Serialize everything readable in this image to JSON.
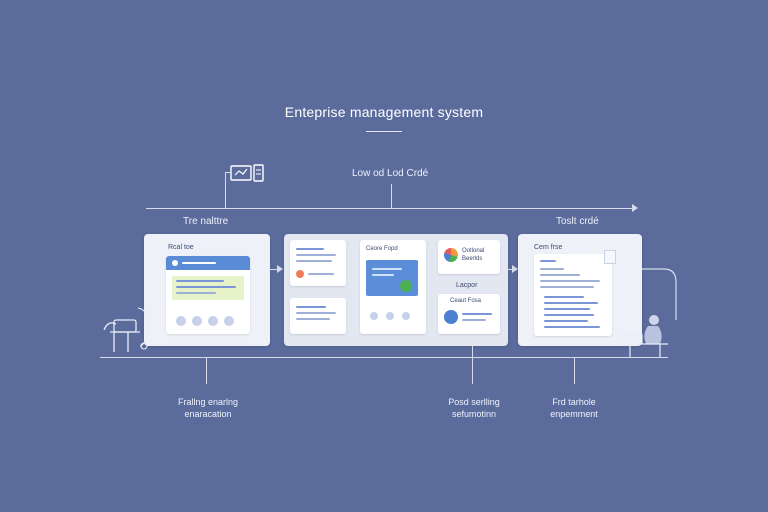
{
  "diagram": {
    "title": "Enteprise management system",
    "top_label": "Low od Lod Crdé",
    "left_label": "Tre nalttre",
    "right_label": "Toslt crdé",
    "bottom_labels": [
      {
        "line1": "Frallng enarlng",
        "line2": "enaracation"
      },
      {
        "line1": "Posd serlling",
        "line2": "sefumotinn"
      },
      {
        "line1": "Frd tarhole",
        "line2": "enpemment"
      }
    ],
    "panel_left_title": "Rcal toe",
    "center_card_title": "Ceore Fopd",
    "center_right_title": "Ootlonal",
    "center_right_sub": "Beerlds",
    "center_small_label": "Lacpor",
    "center_bottom_title": "Ceaut Fosa",
    "right_panel_title": "Cem frse",
    "colors": {
      "background": "#5a6b9c",
      "panel": "#eef1f8",
      "accent_blue": "#4d7fd1",
      "accent_green": "#4caf50",
      "accent_orange": "#f29a3d"
    }
  }
}
